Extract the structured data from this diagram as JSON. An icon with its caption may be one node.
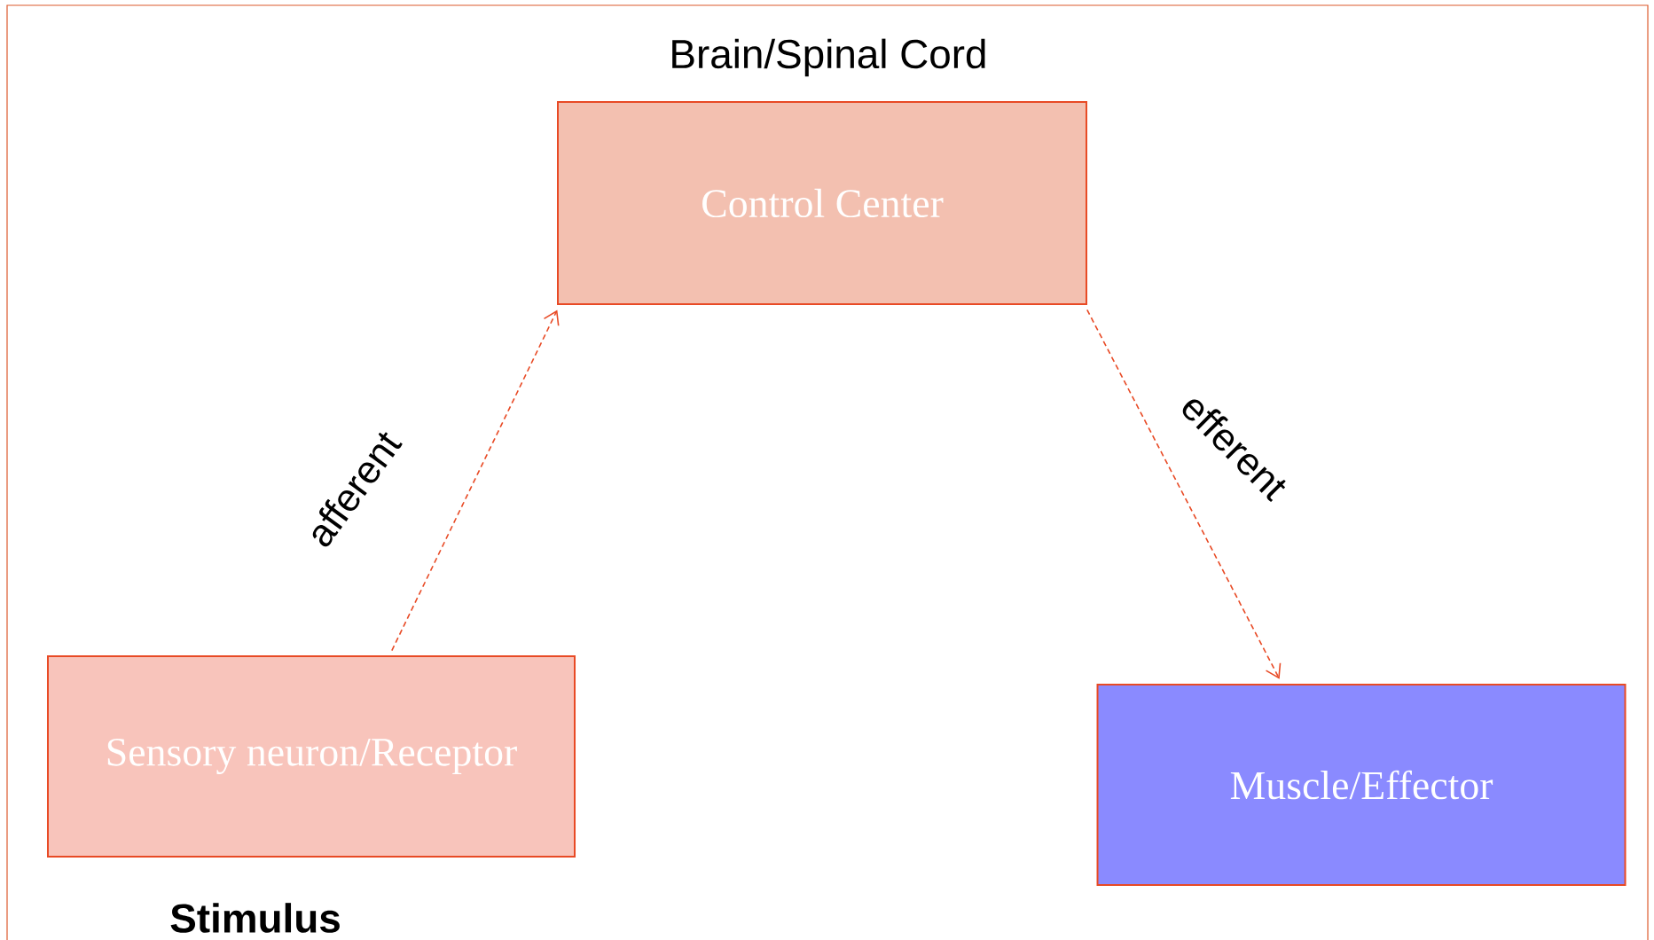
{
  "diagram": {
    "nodes": [
      {
        "text": [
          "Control Center"
        ],
        "beside": [
          "Brain/Spinal Cord"
        ]
      },
      {
        "text": [
          "Sensory neuron/Receptor"
        ],
        "beside": [
          "Stimulus"
        ]
      },
      {
        "text": [
          "Muscle/Effector"
        ]
      }
    ],
    "edges": [
      {
        "from": 1,
        "to": 0,
        "arrow": "to",
        "label": "afferent",
        "style": "dashed"
      },
      {
        "from": 0,
        "to": 2,
        "arrow": "to",
        "label": "efferent",
        "style": "dashed"
      }
    ]
  }
}
